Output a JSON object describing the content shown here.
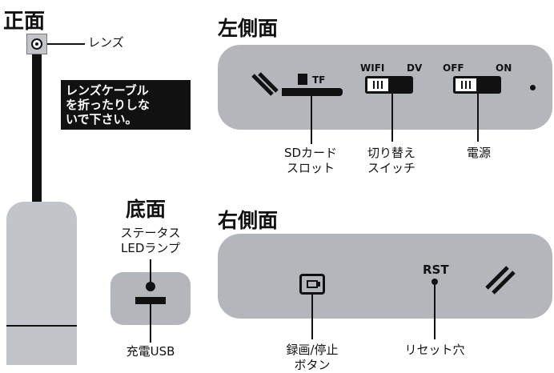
{
  "headings": {
    "front": "正面",
    "left_side": "左側面",
    "bottom": "底面",
    "right_side": "右側面"
  },
  "front": {
    "lens_label": "レンズ",
    "warning": "レンズケーブル\nを折ったりしな\nいで下さい。"
  },
  "left_panel": {
    "tf_label": "TF",
    "switch1": {
      "left": "WIFI",
      "right": "DV"
    },
    "switch2": {
      "left": "OFF",
      "right": "ON"
    },
    "callouts": {
      "sd": "SDカード\nスロット",
      "switch": "切り替え\nスイッチ",
      "power": "電源"
    }
  },
  "bottom_panel": {
    "status_led": "ステータス\nLEDランプ",
    "charge_usb": "充電USB"
  },
  "right_panel": {
    "rst_label": "RST",
    "callouts": {
      "record": "録画/停止\nボタン",
      "reset": "リセット穴"
    }
  },
  "colors": {
    "panel": "#b3b7bb",
    "device_body": "#c1c4c8",
    "outline": "#111111"
  }
}
